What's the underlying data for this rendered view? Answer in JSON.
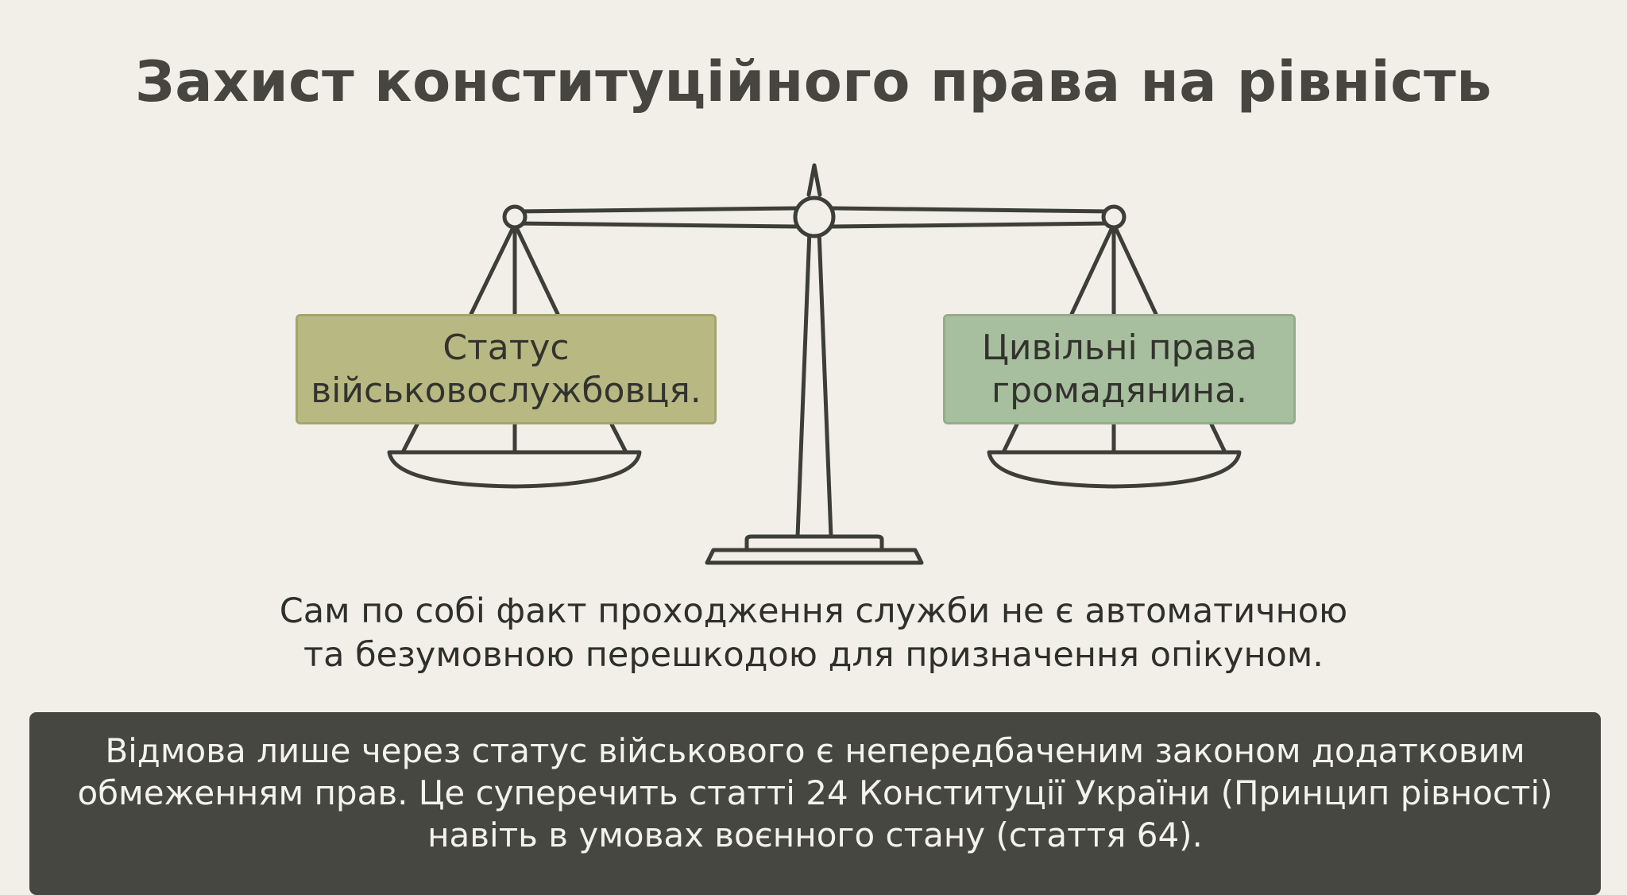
{
  "title": "Захист конституційного права на рівність",
  "scale": {
    "left_pan": {
      "lines": [
        "Статус",
        "військовослужбовця."
      ],
      "color": "#b8b982"
    },
    "right_pan": {
      "lines": [
        "Цивільні права",
        "громадянина."
      ],
      "color": "#a7bf9e"
    }
  },
  "statement": {
    "lines": [
      "Сам по собі факт проходження служби не є автоматичною",
      "та безумовною перешкодою для призначення опікуном."
    ]
  },
  "conclusion": {
    "lines": [
      "Відмова лише через статус військового є непередбаченим законом додатковим",
      "обмеженням прав. Це суперечить статті 24 Конституції України (Принцип рівності)",
      "навіть в умовах воєнного стану (стаття 64)."
    ],
    "background": "#474742"
  }
}
